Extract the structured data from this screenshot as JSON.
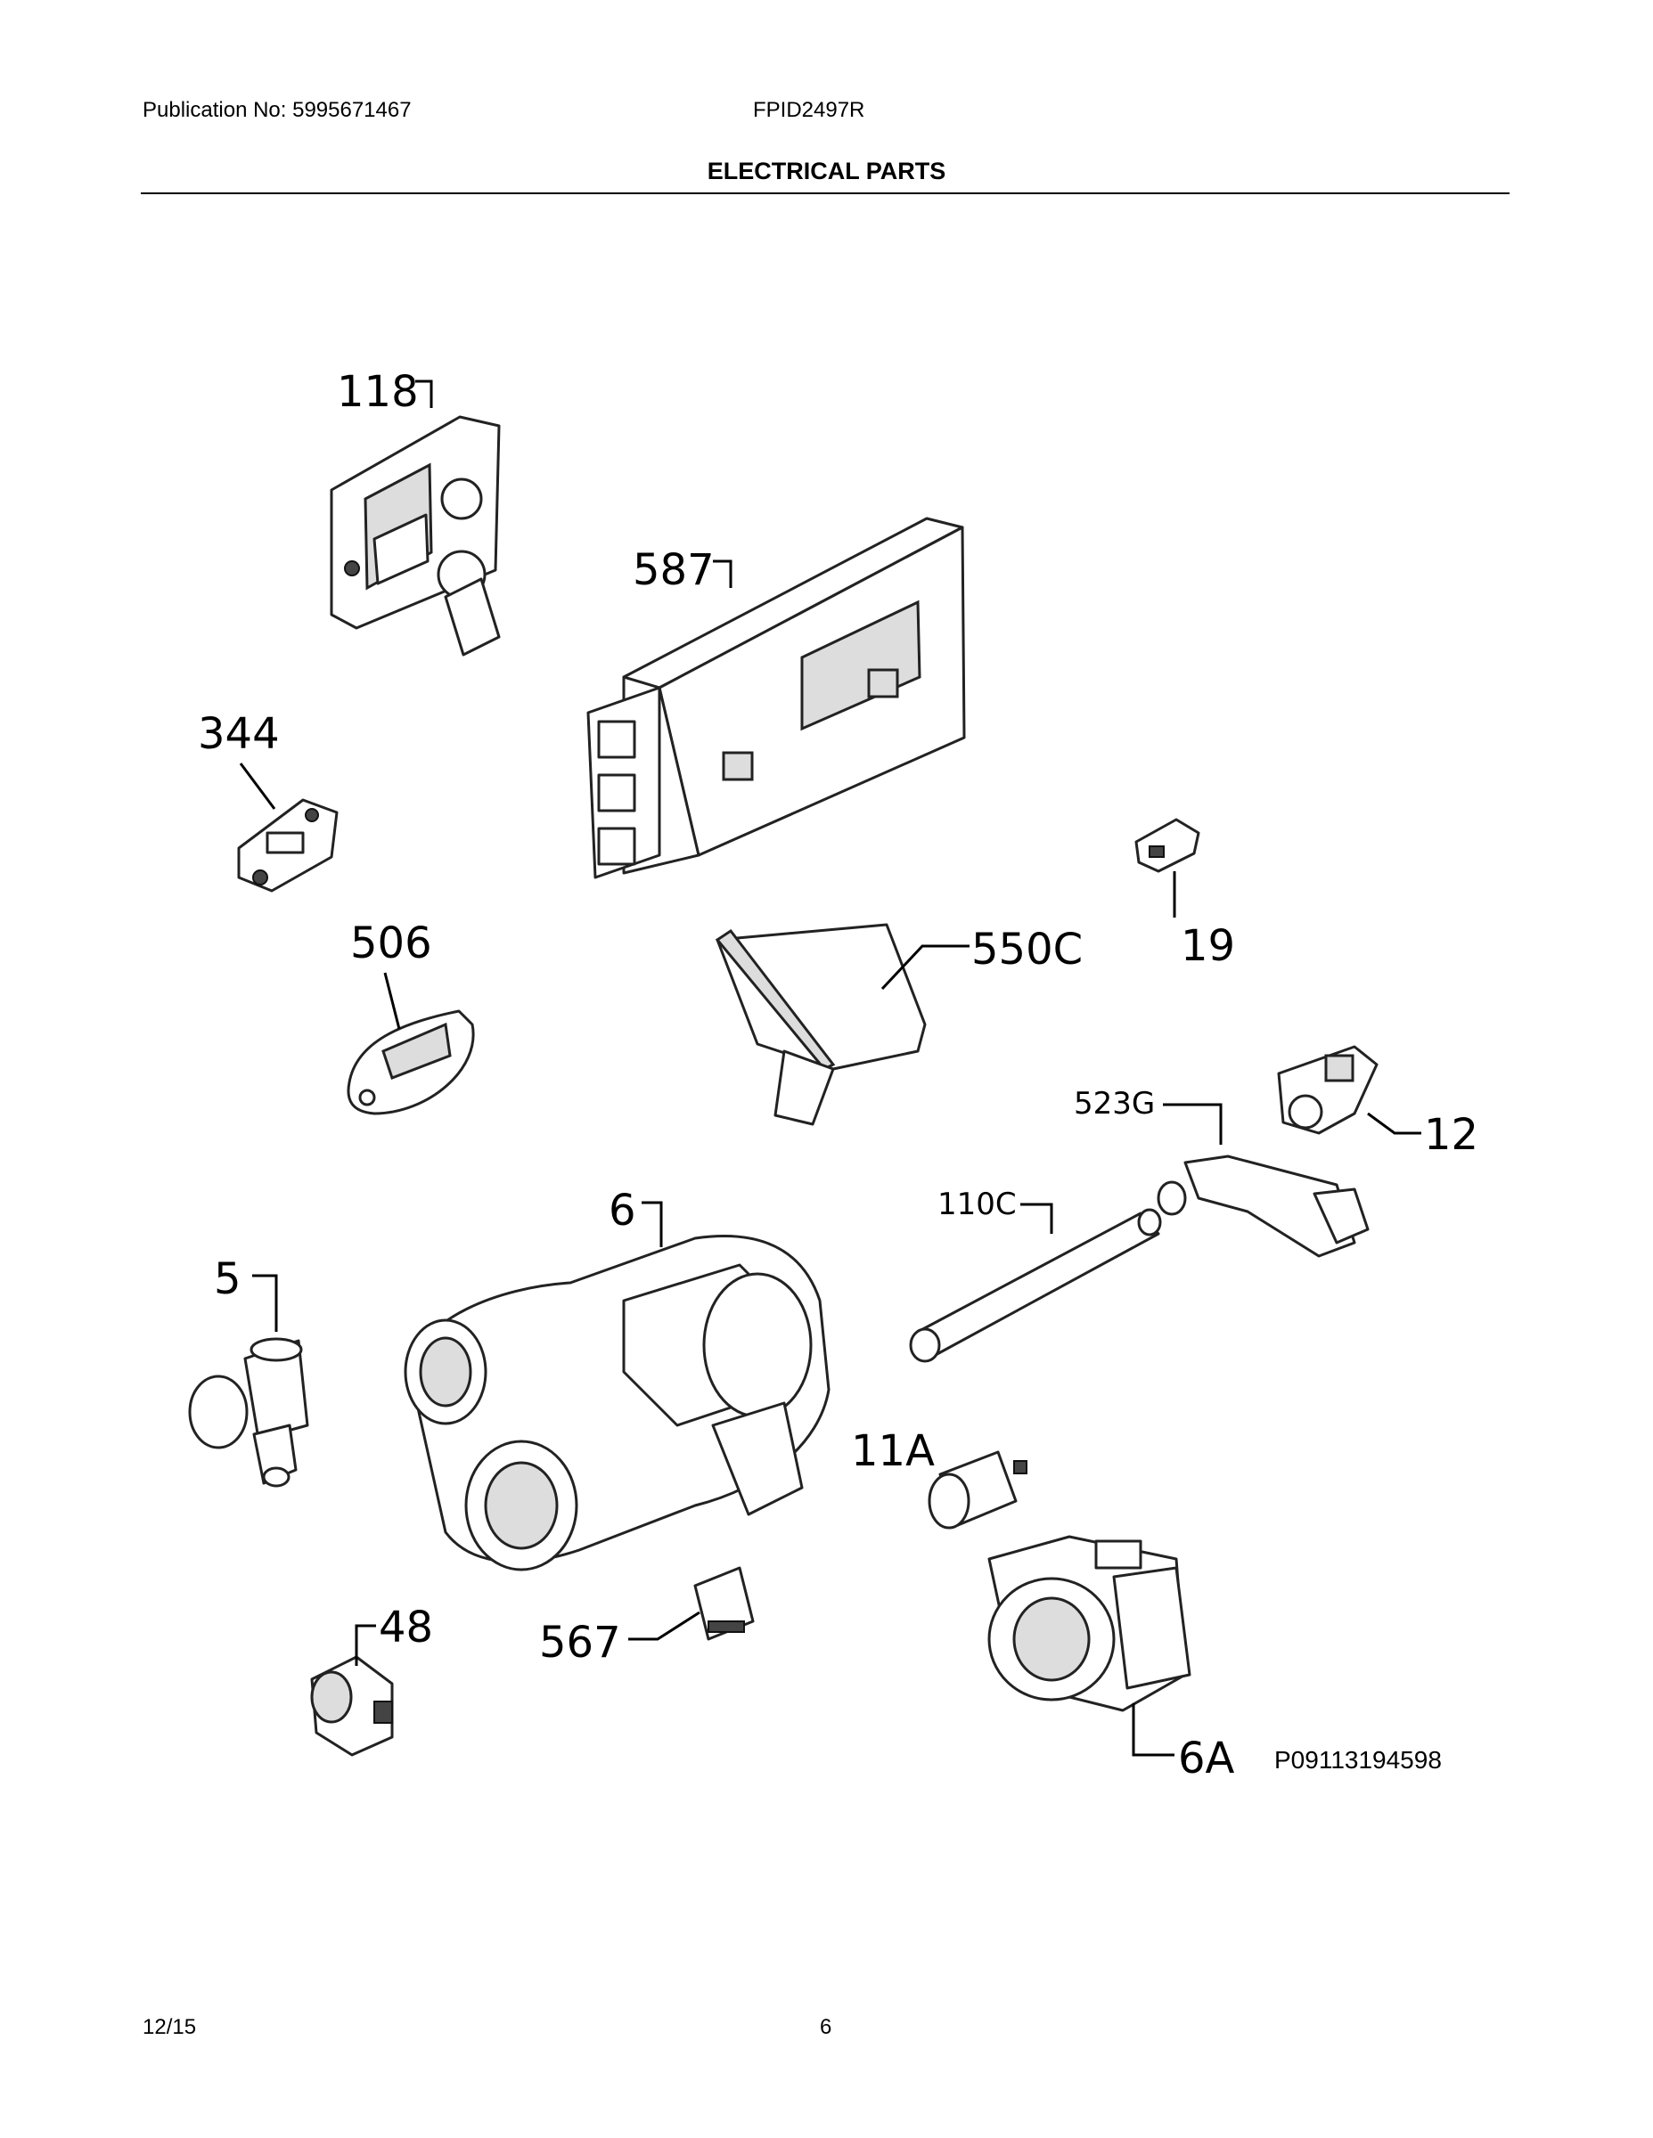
{
  "header": {
    "publication": "Publication No: 5995671467",
    "model": "FPID2497R",
    "title": "ELECTRICAL PARTS"
  },
  "footer": {
    "date": "12/15",
    "page": "6"
  },
  "diagram": {
    "code": "P09113194598",
    "labels": {
      "p118": "118",
      "p587": "587",
      "p344": "344",
      "p506": "506",
      "p550c": "550C",
      "p19": "19",
      "p523g": "523G",
      "p12": "12",
      "p6": "6",
      "p110c": "110C",
      "p5": "5",
      "p11a": "11A",
      "p48": "48",
      "p567": "567",
      "p6a": "6A"
    }
  }
}
